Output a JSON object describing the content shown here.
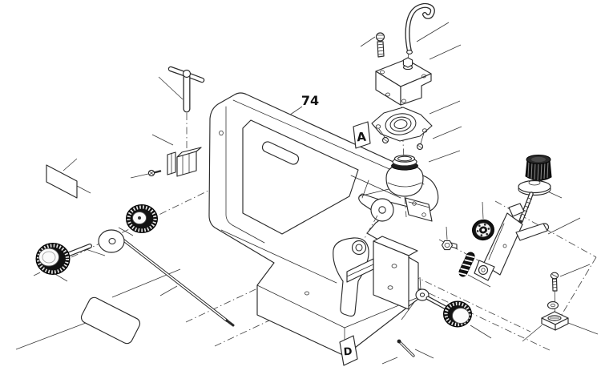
{
  "diagram": {
    "background": "#ffffff",
    "line_color": "#2b2b2b",
    "centerline_color": "#4a4a4a",
    "fill_dark": "#121212",
    "labels": {
      "part_number": "74",
      "detail_tag_a": "A",
      "detail_tag_d": "D"
    },
    "parts": [
      "hex-key",
      "hex-key-clip",
      "clip-screw",
      "label-plate-small",
      "label-plate-large",
      "speed-knob",
      "knob-washer",
      "knurled-wheel",
      "blade-rod",
      "main-frame",
      "blade-holder-bracket",
      "pivot-disc",
      "support-arm",
      "mounting-bracket",
      "blower-tube",
      "housing-screw",
      "blower-housing",
      "bearing-flange",
      "flange-screw-left",
      "flange-screw-right",
      "bellows",
      "tension-knob",
      "tension-rod",
      "tension-lever",
      "ball-bearing",
      "bushing",
      "spring",
      "clamp-screw",
      "clamp-washer",
      "clamp-block",
      "lock-knob",
      "shaft-washer",
      "pin"
    ]
  }
}
